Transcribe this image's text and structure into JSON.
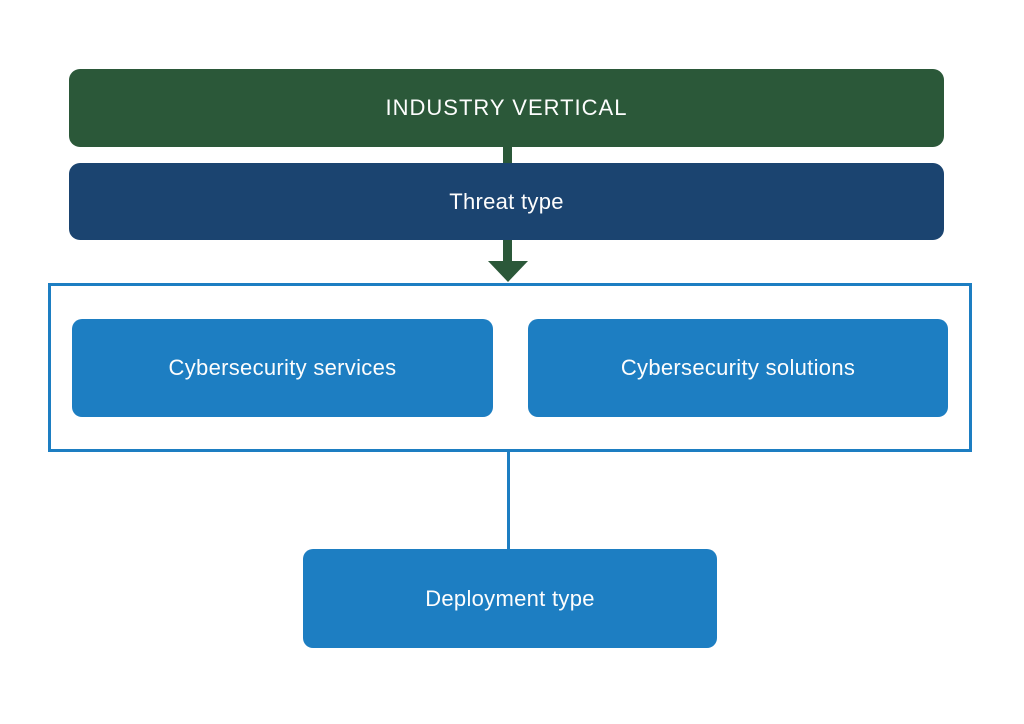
{
  "colors": {
    "green": "#2B5839",
    "navy": "#1B4470",
    "blue": "#1D7EC2",
    "label_text": "#FDFDFD",
    "background": "#FFFFFF"
  },
  "diagram": {
    "nodes": {
      "industry_vertical": {
        "label": "INDUSTRY VERTICAL"
      },
      "threat_type": {
        "label": "Threat type"
      },
      "cybersecurity_services": {
        "label": "Cybersecurity services"
      },
      "cybersecurity_solutions": {
        "label": "Cybersecurity solutions"
      },
      "deployment_type": {
        "label": "Deployment type"
      }
    }
  }
}
